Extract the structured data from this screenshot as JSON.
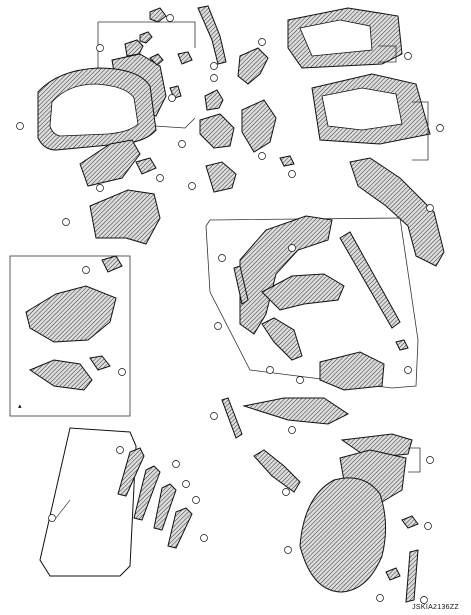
{
  "figure": {
    "code": "JSKIA2136ZZ",
    "callout_text": "",
    "style": {
      "line_color": "#111111",
      "fill_pattern": "cross-hatch"
    }
  },
  "groups": [
    {
      "name": "upper-left-bracket-group",
      "bracketed": true
    },
    {
      "name": "center-right-pillar-group",
      "bracketed": true
    },
    {
      "name": "left-detail-inset",
      "bracketed": true
    }
  ]
}
